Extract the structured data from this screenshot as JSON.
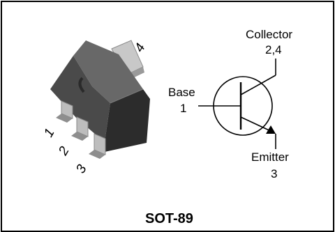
{
  "package": {
    "name": "SOT-89",
    "pins": [
      "1",
      "2",
      "3",
      "4"
    ]
  },
  "symbol": {
    "collector_label": "Collector",
    "collector_pins": "2,4",
    "base_label": "Base",
    "base_pin": "1",
    "emitter_label": "Emitter",
    "emitter_pin": "3"
  },
  "colors": {
    "body_top": "#6a6a6a",
    "body_front": "#2c2c2c",
    "body_side": "#454545",
    "tab": "#c8c8c8",
    "lead": "#bdbdbd",
    "line": "#000000"
  }
}
